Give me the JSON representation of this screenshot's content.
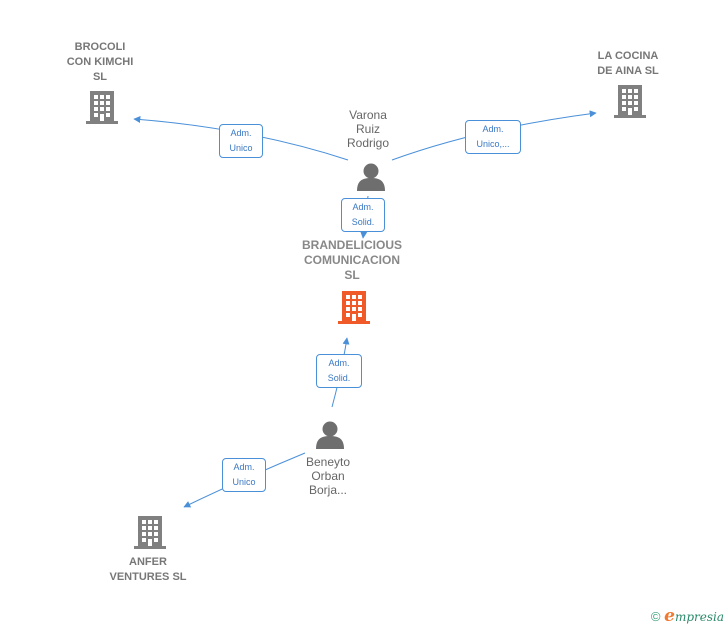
{
  "colors": {
    "edge": "#4a90d9",
    "company": "#808080",
    "main_company": "#f05a28",
    "person": "#6e6e6e"
  },
  "nodes": {
    "brocoli": {
      "lines": [
        "BROCOLI",
        "CON KIMCHI",
        "SL"
      ],
      "icon": "building-icon"
    },
    "cocina": {
      "lines": [
        "LA COCINA",
        "DE AINA  SL"
      ],
      "icon": "building-icon"
    },
    "varona": {
      "lines": [
        "Varona",
        "Ruiz",
        "Rodrigo"
      ],
      "icon": "person-icon"
    },
    "brandelicious": {
      "lines": [
        "BRANDELICIOUS",
        "COMUNICACION",
        "SL"
      ],
      "icon": "building-icon"
    },
    "beneyto": {
      "lines": [
        "Beneyto",
        "Orban",
        "Borja..."
      ],
      "icon": "person-icon"
    },
    "anfer": {
      "lines": [
        "ANFER",
        "VENTURES  SL"
      ],
      "icon": "building-icon"
    }
  },
  "edges": {
    "varona_brocoli": [
      "Adm.",
      "Unico"
    ],
    "varona_cocina": [
      "Adm.",
      "Unico,..."
    ],
    "varona_brandelicious": [
      "Adm.",
      "Solid."
    ],
    "beneyto_brandelicious": [
      "Adm.",
      "Solid."
    ],
    "beneyto_anfer": [
      "Adm.",
      "Unico"
    ]
  },
  "footer": {
    "copyright": "©",
    "brand_initial": "e",
    "brand_rest": "mpresia"
  }
}
